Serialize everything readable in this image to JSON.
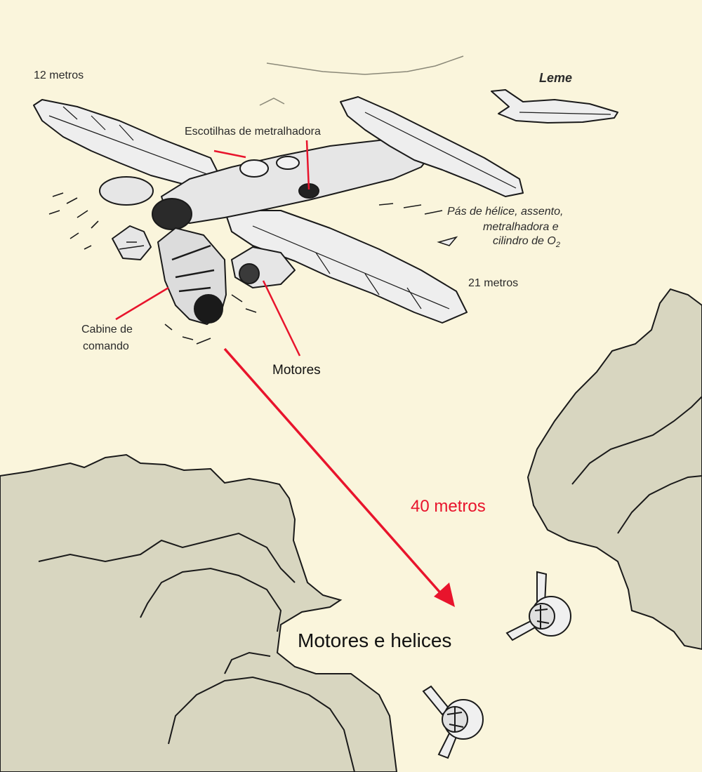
{
  "colors": {
    "background": "#faf5dc",
    "terrain": "#d8d6c0",
    "leader_line": "#e8142c",
    "ink": "#1a1a1a"
  },
  "labels": {
    "length_12m": "12 metros",
    "leme": "Leme",
    "escotilhas": "Escotilhas de metralhadora",
    "pas_line1": "Pás de hélice, assento,",
    "pas_line2": "metralhadora e",
    "pas_line3": "cilindro de O",
    "pas_sub": "2",
    "length_21m": "21 metros",
    "cabine_line1": "Cabine de",
    "cabine_line2": "comando",
    "motores": "Motores",
    "distance_40m": "40 metros",
    "motores_helices": "Motores e helices"
  }
}
